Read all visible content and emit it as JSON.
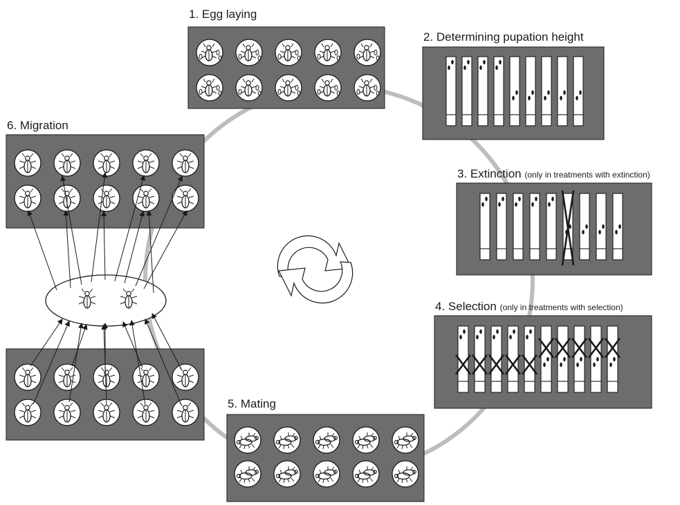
{
  "steps": [
    {
      "id": "egg-laying",
      "label": "1. Egg laying",
      "note": ""
    },
    {
      "id": "pupation",
      "label": "2. Determining pupation height",
      "note": ""
    },
    {
      "id": "extinction",
      "label": "3. Extinction",
      "note": "(only in treatments with extinction)"
    },
    {
      "id": "selection",
      "label": "4. Selection",
      "note": "(only in treatments with selection)"
    },
    {
      "id": "mating",
      "label": "5. Mating",
      "note": ""
    },
    {
      "id": "migration",
      "label": "6. Migration",
      "note": ""
    }
  ],
  "colors": {
    "panel": "#6d6d6d",
    "cycle": "#bdbdbd",
    "ink": "#1a1a1a",
    "white": "#ffffff"
  },
  "icons": {
    "egg_laying": "fly-with-eggs-icon",
    "migration": "fly-icon",
    "mating": "mating-flies-icon",
    "pool": "migrant-pool",
    "cycle": "cycle-arrows-icon"
  }
}
